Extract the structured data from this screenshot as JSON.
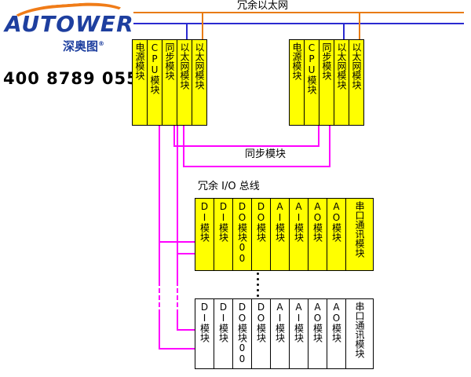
{
  "colors": {
    "yellow": "#ffff00",
    "magenta": "#ff00ff",
    "blue-line": "#2a2ad0",
    "orange-line": "#e87b12",
    "brand-blue": "#1e3f9f",
    "brand-orange": "#f07c18"
  },
  "brand": {
    "logo_text": "AUTOWER",
    "logo_sub": "深奥图",
    "reg_mark": "®",
    "phone": "400 8789 055"
  },
  "labels": {
    "redundant_ethernet": "冗余以太网",
    "sync_module": "同步模块",
    "redundant_io_bus": "冗余 I/O 总线"
  },
  "controller_rack_left": {
    "modules": [
      "电源模块",
      "CPU模块",
      "同步模块",
      "以太网模块",
      "以太网模块"
    ]
  },
  "controller_rack_right": {
    "modules": [
      "电源模块",
      "CPU模块",
      "同步模块",
      "以太网模块",
      "以太网模块"
    ]
  },
  "io_rack_top": {
    "modules": [
      "DI模块",
      "DI模块",
      "DO模块00",
      "DO模块",
      "AI模块",
      "AI模块",
      "AO模块",
      "AO模块",
      "串口通讯模块"
    ]
  },
  "io_rack_bottom": {
    "modules": [
      "DI模块",
      "DI模块",
      "DO模块00",
      "DO模块",
      "AI模块",
      "AI模块",
      "AO模块",
      "AO模块",
      "串口通讯模块"
    ]
  }
}
